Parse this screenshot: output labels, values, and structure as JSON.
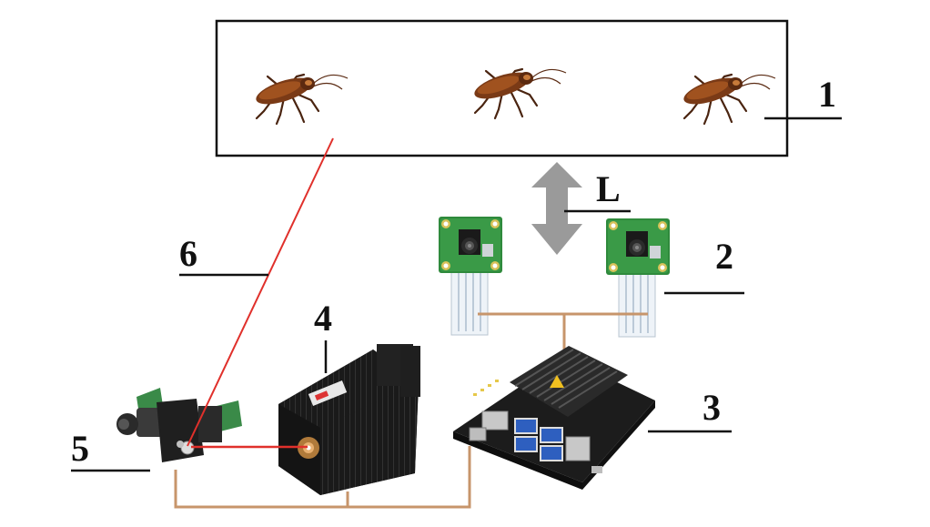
{
  "labels": {
    "n1": "1",
    "n2": "2",
    "n3": "3",
    "n4": "4",
    "n5": "5",
    "n6": "6",
    "distance": "L"
  },
  "icons": {
    "insects": "cockroach-icon",
    "cameras": "camera-module-icon",
    "board": "jetson-board-icon",
    "laser": "laser-module-icon",
    "galvo": "galvo-mirror-icon"
  },
  "colors": {
    "wire": "#c7956b",
    "laser_beam": "#e0302b",
    "pcb_green": "#2f8a3c",
    "arrow_gray": "#9a9a9a",
    "insect_brown": "#7a3a16"
  }
}
